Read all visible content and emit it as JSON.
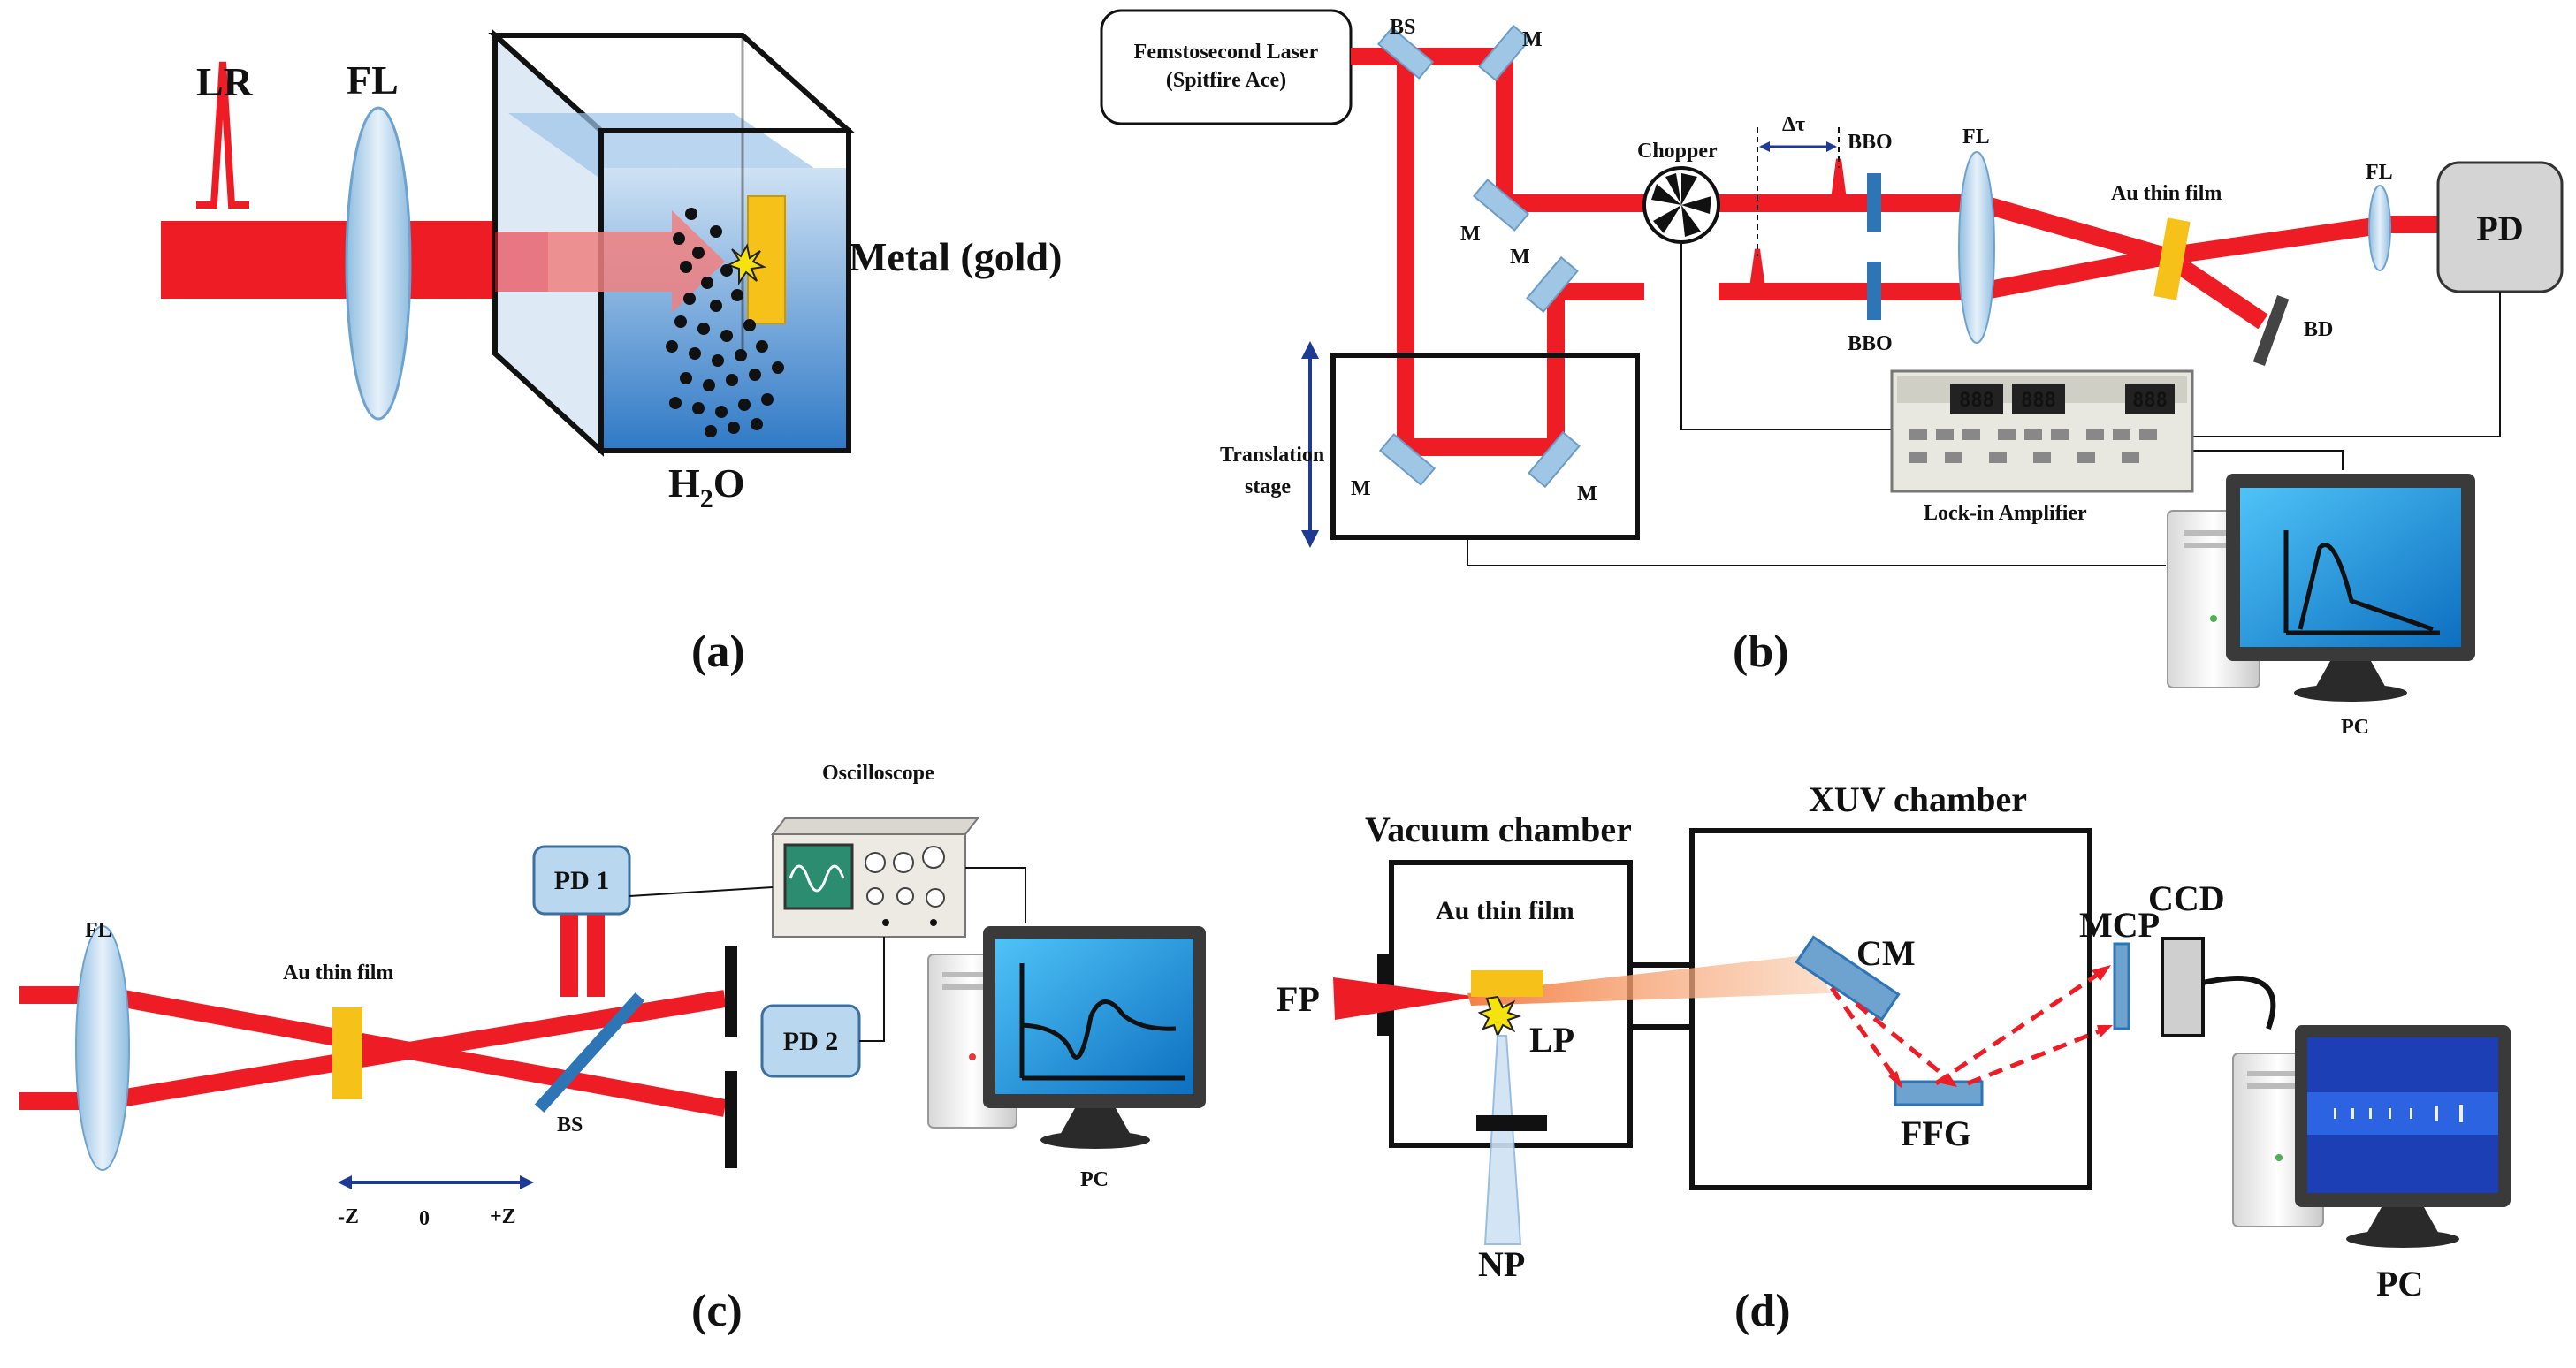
{
  "panel_a": {
    "caption": "(a)",
    "laser_label": "LR",
    "lens_label": "FL",
    "target_label": "Metal (gold)",
    "liquid_label_main": "H",
    "liquid_label_sub": "2",
    "liquid_label_end": "O"
  },
  "panel_b": {
    "caption": "(b)",
    "laser_box_line1": "Femstosecond Laser",
    "laser_box_line2": "(Spitfire Ace)",
    "beam_splitter": "BS",
    "mirror": "M",
    "chopper": "Chopper",
    "delay": "Δτ",
    "crystal": "BBO",
    "lens": "FL",
    "sample": "Au thin film",
    "detector": "PD",
    "beam_dump": "BD",
    "stage_line1": "Translation",
    "stage_line2": "stage",
    "lockin": "Lock-in Amplifier",
    "pc": "PC"
  },
  "panel_c": {
    "caption": "(c)",
    "lens": "FL",
    "sample": "Au thin film",
    "scope": "Oscilloscope",
    "pd1": "PD 1",
    "pd2": "PD 2",
    "splitter": "BS",
    "z_minus": "-Z",
    "z_zero": "0",
    "z_plus": "+Z",
    "pc": "PC"
  },
  "panel_d": {
    "caption": "(d)",
    "vacuum_chamber": "Vacuum chamber",
    "xuv_chamber": "XUV chamber",
    "sample": "Au thin film",
    "fp": "FP",
    "lp": "LP",
    "np": "NP",
    "cm": "CM",
    "ffg": "FFG",
    "mcp": "MCP",
    "ccd": "CCD",
    "pc": "PC"
  },
  "colors": {
    "beam": "#ee1c24",
    "lens": "#b9d7ee",
    "gold": "#f6c21a",
    "water": "#2f79c6",
    "optic": "#9fc6e4",
    "bbo": "#2e75b6",
    "screen": "#1da1f2",
    "plume": "#f6a878"
  }
}
